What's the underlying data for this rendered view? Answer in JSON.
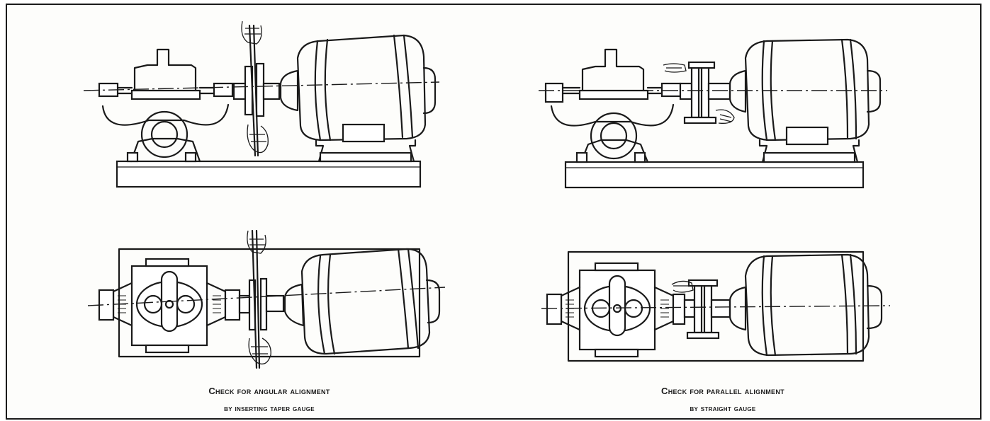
{
  "captions": {
    "left": {
      "line1": "Check for angular alignment",
      "line2": "by inserting taper gauge"
    },
    "right": {
      "line1": "Check for parallel alignment",
      "line2": "by straight gauge"
    }
  },
  "colors": {
    "ink": "#1a1a1a",
    "paper": "#fdfdfb",
    "frame": "#1b1b1b"
  },
  "icons": [
    "pump-icon",
    "motor-icon",
    "coupling-icon",
    "hand-icon",
    "baseplate-icon",
    "taper-gauge-icon",
    "straight-gauge-icon"
  ]
}
